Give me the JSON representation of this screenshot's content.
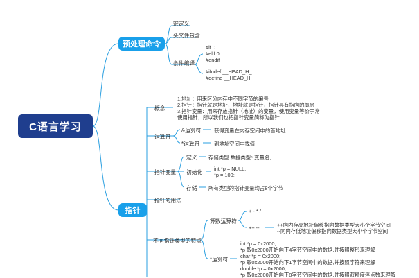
{
  "root": "C语言学习",
  "branches": {
    "preprocess": {
      "label": "预处理命令",
      "children": [
        "宏定义",
        "头文件包含",
        "条件编译"
      ],
      "cond_lines": [
        "#if 0",
        "#elif 0",
        "#endif",
        "",
        "#ifndef __HEAD_H_",
        "#define __HEAD_H"
      ]
    },
    "pointer": {
      "label": "指针",
      "concept": {
        "label": "概念",
        "lines": [
          "1.地址：用来区分内存中不同字节的编号",
          "2.指针：指针就是地址，地址就是指针，指针具有指向的概念",
          "3.指针变量：用来存放指针（地址）的变量，使用变量等价于常",
          "使用指针，所以我们也把指针变量简称为指针"
        ]
      },
      "operators": {
        "label": "运算符",
        "amp": "&运算符",
        "amp_desc": "获得变量在内存空间中的首地址",
        "star": "*运算符",
        "star_desc": "到地址空间中找值"
      },
      "pvar": {
        "label": "指针变量",
        "def": "定义",
        "def_desc": "存储类型 数据类型* 变量名;",
        "init": "初始化",
        "init_lines": [
          "int *p = NULL;",
          "*p = 100;"
        ],
        "store": "存储",
        "store_desc": "所有类型的指针变量均占8个字节"
      },
      "usage": "指针的用法",
      "diff": {
        "label": "不同指针类型的特点",
        "arith": "算数运算符",
        "arith_ops1": "+ - * /",
        "arith_ops2": "++  --",
        "arith_desc1": "++向内存高地址偏移指向数据类型大小个字节空间",
        "arith_desc2": "--向内存低地址偏移指向数据类型大小个字节空间",
        "star": "*运算符",
        "star_lines": [
          "int *p = 0x2000;",
          "*p 取0x2000开始向下4字节空间中的数据,并按照整形来理解",
          "char *p = 0x2000;",
          "*p 取0x2000开始向下1字节空间中的数据,并按照字符来理解",
          "double *p = 0x2000;",
          "*p 取0x2000开始向下8字节空间中的数据,并按照双精度浮点数来理解"
        ]
      }
    }
  },
  "colors": {
    "root": "#1f3e8e",
    "branch": "#19a0ea",
    "line": "#2a9fe0"
  }
}
